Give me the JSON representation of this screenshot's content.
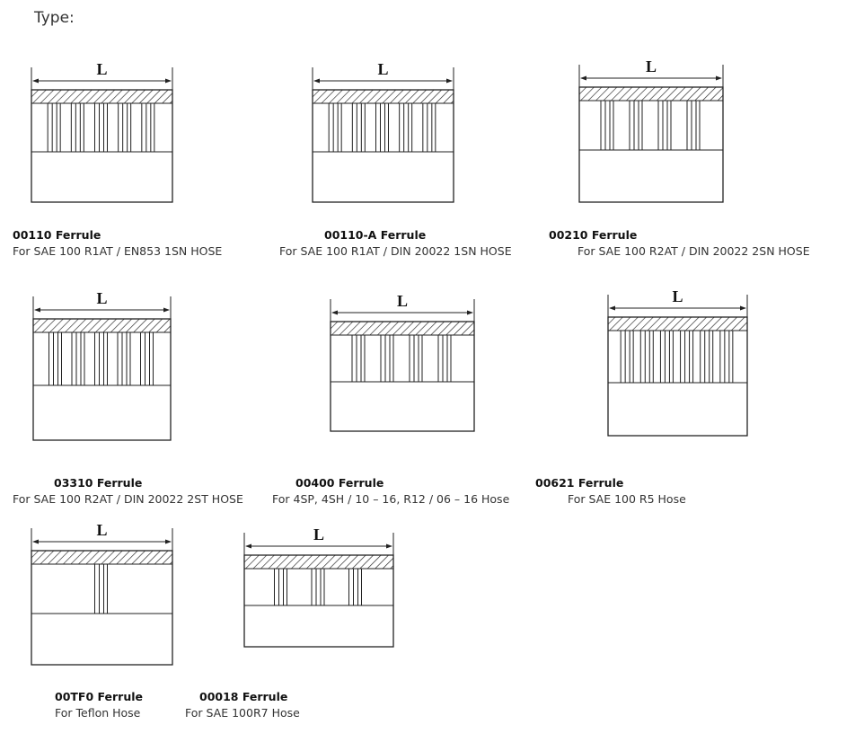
{
  "heading": "Type:",
  "dimension_label": "L",
  "items": [
    {
      "title": "00110 Ferrule",
      "description": "For SAE 100 R1AT / EN853 1SN HOSE"
    },
    {
      "title": "00110-A Ferrule",
      "description": "For SAE 100 R1AT / DIN 20022 1SN HOSE"
    },
    {
      "title": "00210 Ferrule",
      "description": "For SAE 100 R2AT / DIN 20022 2SN HOSE"
    },
    {
      "title": "03310 Ferrule",
      "description": "For SAE 100 R2AT / DIN 20022 2ST HOSE"
    },
    {
      "title": "00400 Ferrule",
      "description": "For 4SP, 4SH / 10 – 16, R12 / 06 – 16 Hose"
    },
    {
      "title": "00621 Ferrule",
      "description": "For SAE 100 R5 Hose"
    },
    {
      "title": "00TF0 Ferrule",
      "description": "For Teflon Hose"
    },
    {
      "title": "00018 Ferrule",
      "description": "For SAE 100R7 Hose"
    }
  ]
}
